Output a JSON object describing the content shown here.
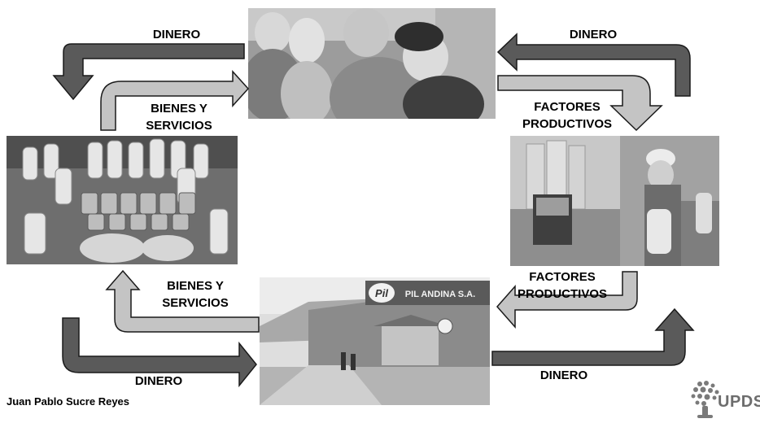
{
  "labels": {
    "top_left_money": "DINERO",
    "top_left_goods": [
      "BIENES Y",
      "SERVICIOS"
    ],
    "top_right_money": "DINERO",
    "top_right_factors": [
      "FACTORES",
      "PRODUCTIVOS"
    ],
    "bottom_left_goods": [
      "BIENES Y",
      "SERVICIOS"
    ],
    "bottom_left_money": "DINERO",
    "bottom_right_factors": [
      "FACTORES",
      "PRODUCTIVOS"
    ],
    "bottom_right_money": "DINERO"
  },
  "factory_sign": "PIL ANDINA S.A.",
  "pil_brand": "Pil",
  "author": "Juan Pablo Sucre Reyes",
  "logo_text": "UPDS",
  "colors": {
    "money_arrow": "#5a5a5a",
    "flow_arrow": "#c4c4c4",
    "outline": "#1a1a1a"
  }
}
